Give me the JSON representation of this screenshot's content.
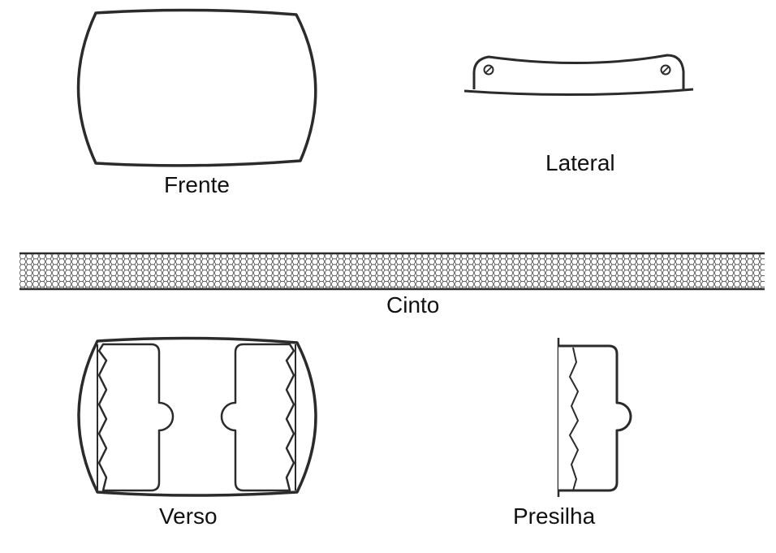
{
  "labels": {
    "front": "Frente",
    "side": "Lateral",
    "belt": "Cinto",
    "back": "Verso",
    "clip": "Presilha"
  },
  "colors": {
    "stroke": "#2b2b2b",
    "fill": "#ffffff",
    "label": "#111111"
  }
}
